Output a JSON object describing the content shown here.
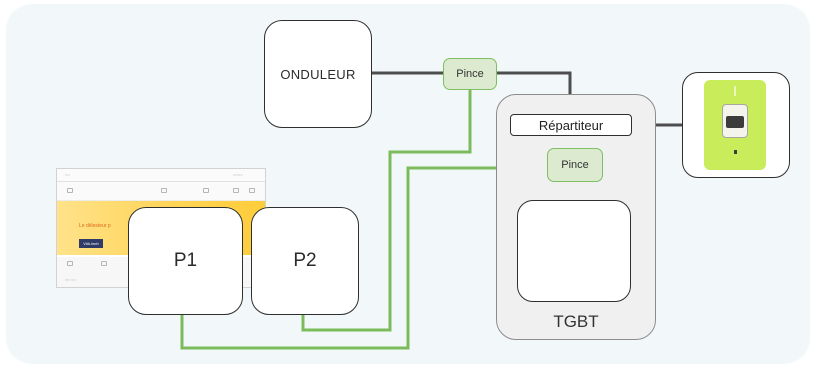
{
  "nodes": {
    "onduleur": "ONDULEUR",
    "p1": "P1",
    "p2": "P2",
    "tgbt": "TGBT",
    "repartiteur": "Répartiteur",
    "pince_top": "Pince",
    "pince_tgbt": "Pince"
  },
  "screenshot_thumbnail": {
    "headline": "Le délesteur p",
    "badge": "Vök.tech"
  },
  "colors": {
    "background_panel": "#f2f8f9",
    "power_wire": "#4d4d4d",
    "measure_wire": "#7cbb5c",
    "pince_fill": "#dcebd0",
    "linky_meter": "#c8ec5a",
    "tgbt_enclosure": "#f0f0f0"
  },
  "icons": {
    "linky": "electric-meter-icon",
    "thumbnail": "web-page-screenshot"
  }
}
